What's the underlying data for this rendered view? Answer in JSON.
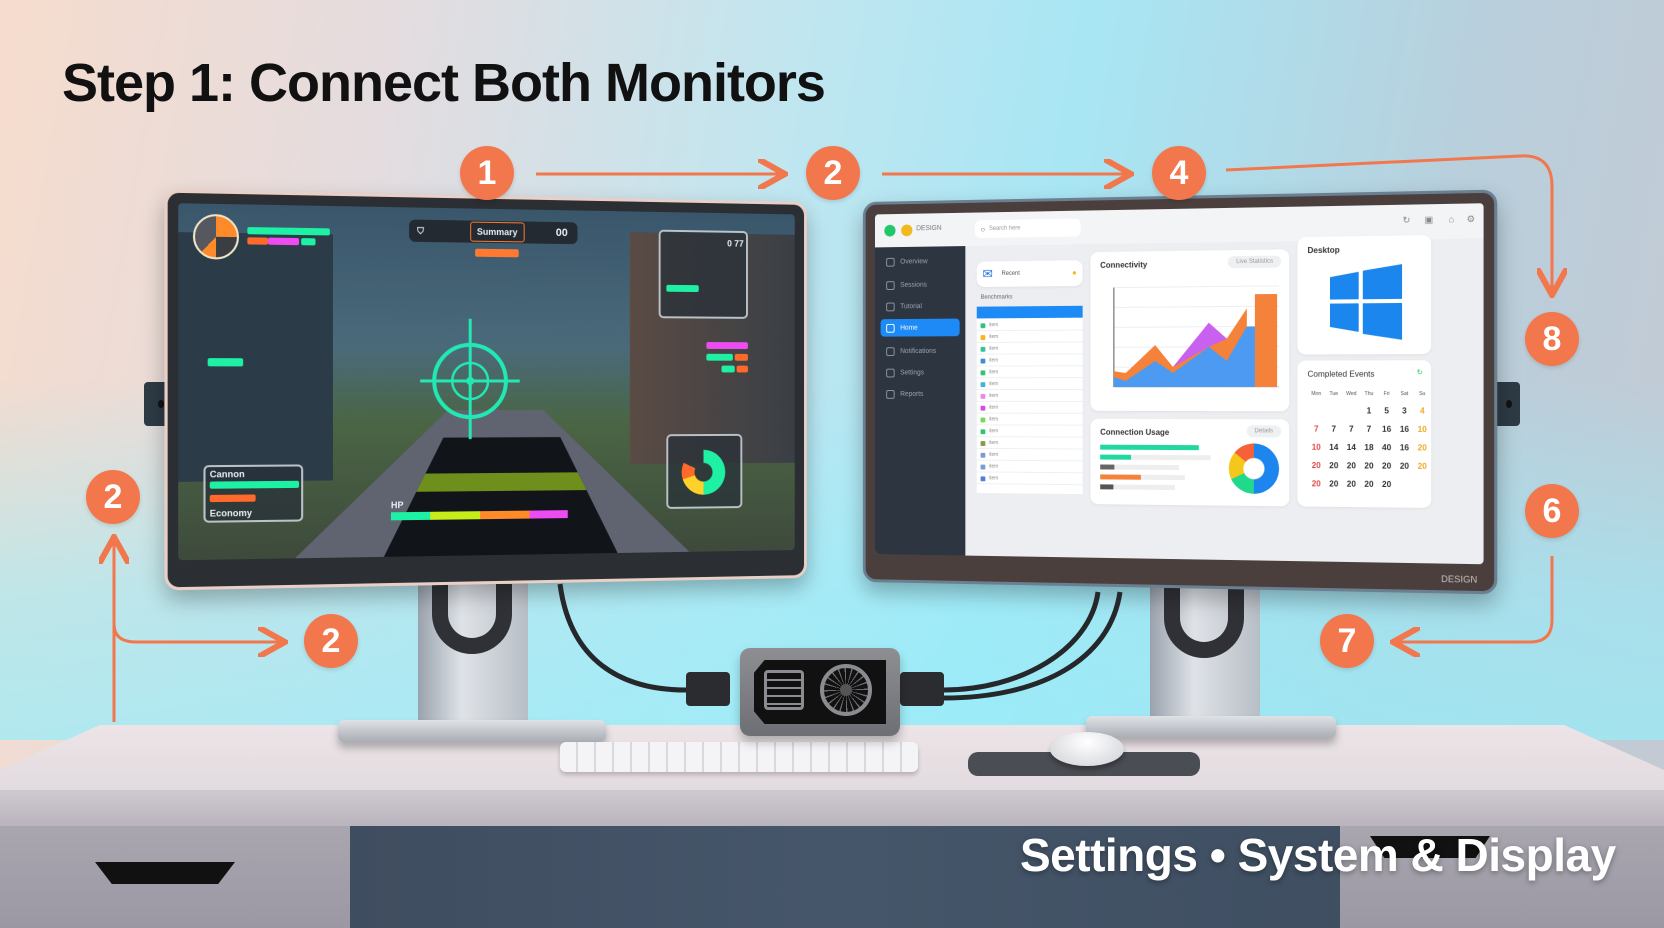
{
  "header": {
    "title": "Step 1: Connect Both Monitors",
    "subtitle": "Settings • System & Display"
  },
  "steps": [
    {
      "label": "1",
      "position": "top-left"
    },
    {
      "label": "2",
      "position": "top-middle"
    },
    {
      "label": "4",
      "position": "top-right"
    },
    {
      "label": "8",
      "position": "right-upper"
    },
    {
      "label": "6",
      "position": "right-lower"
    },
    {
      "label": "7",
      "position": "bottom-right"
    },
    {
      "label": "2",
      "position": "left-middle"
    },
    {
      "label": "2",
      "position": "bottom-left"
    }
  ],
  "colors": {
    "accent": "#f2774c",
    "title": "#111111",
    "subtitle": "#ffffff",
    "hud_green": "#1ef0a4",
    "hud_orange": "#ff6a2b",
    "hud_pink": "#ec4cf2",
    "dashboard_blue": "#1d8af5",
    "chart_orange": "#f5823a",
    "chart_purple": "#c860f0",
    "chart_blue": "#4c9af2"
  },
  "left_monitor": {
    "content": "game",
    "hud": {
      "top_score": "00",
      "top_tab": "Summary",
      "right_panel_value": "0 77",
      "bottom_left_panel_label": "Cannon",
      "bottom_left_panel_footer": "Economy",
      "ammo_label": "HP"
    }
  },
  "right_monitor": {
    "content": "dashboard",
    "search_placeholder": "Search here",
    "brand_label": "DESIGN",
    "sidebar": {
      "items": [
        {
          "label": "Overview",
          "active": false
        },
        {
          "label": "Sessions",
          "active": false
        },
        {
          "label": "Tutorial",
          "active": false
        },
        {
          "label": "Home",
          "active": true
        },
        {
          "label": "Notifications",
          "active": false
        },
        {
          "label": "Settings",
          "active": false
        },
        {
          "label": "Reports",
          "active": false
        }
      ]
    },
    "cards": {
      "mail_label": "Recent",
      "list_title": "Benchmarks",
      "chart_title": "Connectivity",
      "chart_filter": "Live  Statistics",
      "os_title": "Desktop",
      "bars_title": "Connection Usage",
      "bars_filter": "Details",
      "calendar_title": "Completed Events"
    },
    "calendar": {
      "weekdays": [
        "Mon",
        "Tue",
        "Wed",
        "Thu",
        "Fri",
        "Sat",
        "Su"
      ],
      "weeks": [
        [
          "",
          "",
          "",
          "1",
          "5",
          "3",
          "4"
        ],
        [
          "7",
          "7",
          "7",
          "7",
          "16",
          "16",
          "10"
        ],
        [
          "10",
          "14",
          "14",
          "18",
          "40",
          "16",
          "20"
        ],
        [
          "20",
          "20",
          "20",
          "20",
          "20",
          "20",
          "20"
        ],
        [
          "20",
          "20",
          "20",
          "20",
          "20",
          "",
          ""
        ]
      ]
    }
  },
  "hardware": {
    "hub": "video-adapter",
    "keyboard": "keyboard",
    "mouse": "mouse"
  }
}
